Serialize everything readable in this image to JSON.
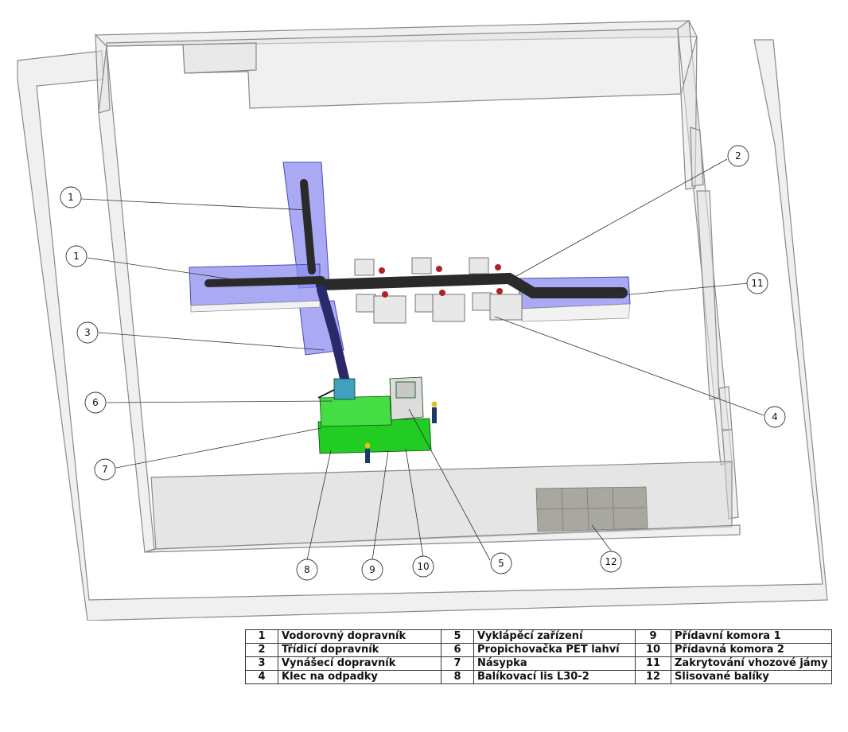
{
  "callouts": [
    "1",
    "1",
    "2",
    "3",
    "4",
    "5",
    "6",
    "7",
    "8",
    "9",
    "10",
    "11",
    "12"
  ],
  "legend": {
    "rows": [
      [
        {
          "num": "1",
          "text": "Vodorovný dopravník"
        },
        {
          "num": "5",
          "text": "Vyklápěcí zařízení"
        },
        {
          "num": "9",
          "text": "Přídavní komora 1"
        }
      ],
      [
        {
          "num": "2",
          "text": "Třídicí dopravník"
        },
        {
          "num": "6",
          "text": "Propichovačka PET lahví"
        },
        {
          "num": "10",
          "text": "Přídavná komora 2"
        }
      ],
      [
        {
          "num": "3",
          "text": "Vynášecí dopravník"
        },
        {
          "num": "7",
          "text": "Násypka"
        },
        {
          "num": "11",
          "text": "Zakrytování vhozové jámy"
        }
      ],
      [
        {
          "num": "4",
          "text": "Klec na odpadky"
        },
        {
          "num": "8",
          "text": "Balíkovací lis L30-2"
        },
        {
          "num": "12",
          "text": "Slisované balíky"
        }
      ]
    ]
  },
  "colors": {
    "wall": "#e6e6e6",
    "wall_edge": "#8a8a8a",
    "conveyor_cover": "#8c8cf0",
    "conveyor_belt": "#2a2a2a",
    "press": "#22cc22",
    "bales": "#a8a8a0"
  }
}
